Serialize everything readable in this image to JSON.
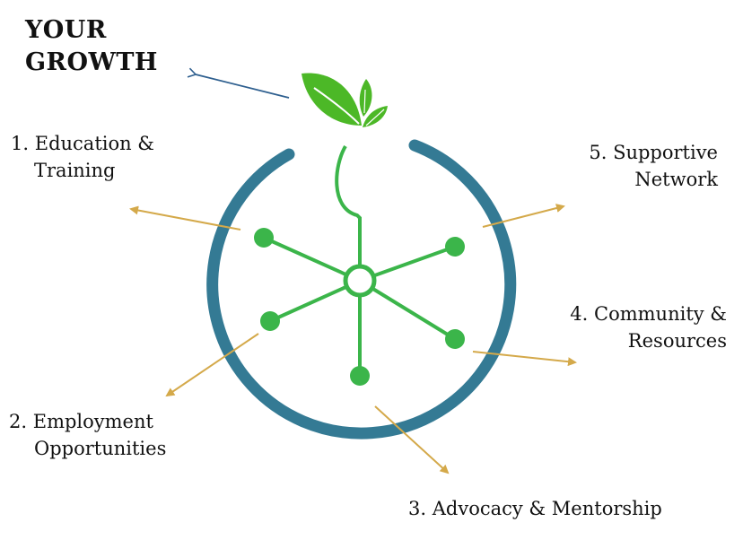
{
  "title": {
    "line1": "YOUR",
    "line2": "GROWTH"
  },
  "colors": {
    "ring": "#347a94",
    "network": "#3bb54a",
    "arrow": "#d4a94a",
    "title_arrow": "#2e5f8f",
    "leaf": "#4cb827"
  },
  "icons": {
    "top": "leaf-sprout-icon",
    "center": "network-hub-icon"
  },
  "items": [
    {
      "number": "1.",
      "line1": "Education &",
      "line2": "Training"
    },
    {
      "number": "2.",
      "line1": "Employment",
      "line2": "Opportunities"
    },
    {
      "number": "3.",
      "line1": "Advocacy & Mentorship",
      "line2": ""
    },
    {
      "number": "4.",
      "line1": "Community &",
      "line2": "Resources"
    },
    {
      "number": "5.",
      "line1": "Supportive",
      "line2": "Network"
    }
  ]
}
